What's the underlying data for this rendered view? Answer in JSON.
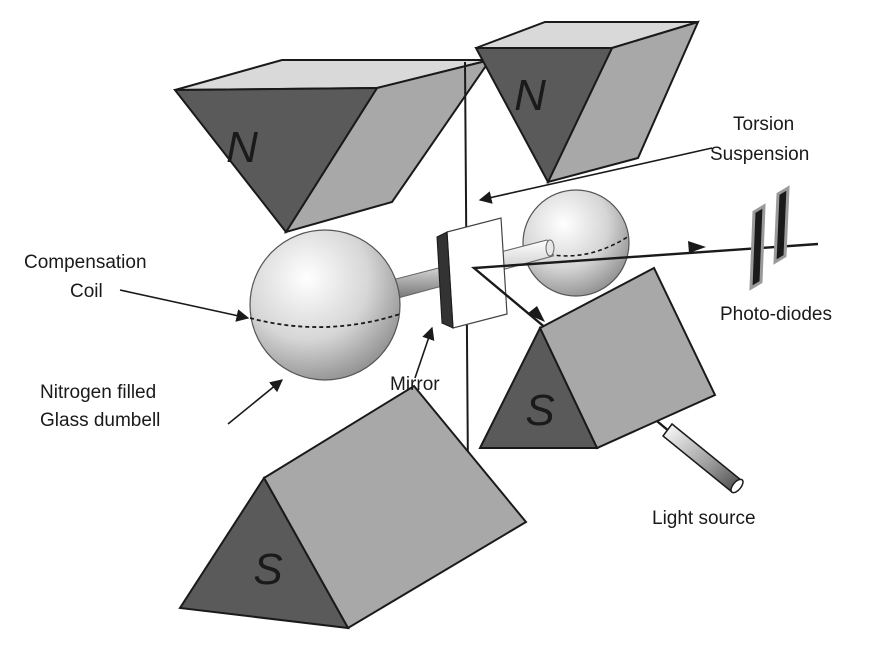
{
  "magnets": {
    "top_left_pole": "N",
    "top_right_pole": "N",
    "bottom_left_pole": "S",
    "bottom_right_pole": "S"
  },
  "labels": {
    "torsion_line1": "Torsion",
    "torsion_line2": "Suspension",
    "compensation_line1": "Compensation",
    "compensation_line2": "Coil",
    "photodiodes": "Photo-diodes",
    "nitrogen_line1": "Nitrogen filled",
    "nitrogen_line2": "Glass dumbell",
    "mirror": "Mirror",
    "light_source": "Light source"
  },
  "colors": {
    "magnet_dark": "#5a5a5a",
    "magnet_light": "#a8a8a8",
    "line": "#1a1a1a",
    "diode": "#1a1a1a"
  }
}
